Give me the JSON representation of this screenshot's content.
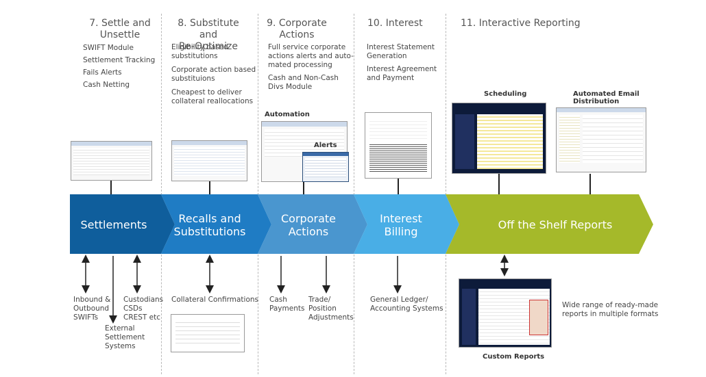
{
  "columns": [
    {
      "title": "7. Settle and\nUnsettle",
      "items": [
        "SWIFT Module",
        "Settlement Tracking",
        "Fails Alerts",
        "Cash Netting"
      ]
    },
    {
      "title": "8. Substitute and\nRe-Optimize",
      "items": [
        "Eligibility based\nsubstitutions",
        "Corporate action based\nsubstituions",
        "Cheapest to deliver\ncollateral reallocations"
      ]
    },
    {
      "title": "9. Corporate\nActions",
      "items": [
        "Full service corporate\nactions alerts and auto-\nmated processing",
        "Cash and Non-Cash\nDivs Module"
      ]
    },
    {
      "title": "10. Interest",
      "items": [
        "Interest Statement\nGeneration",
        "Interest Agreement\nand Payment"
      ]
    },
    {
      "title": "11. Interactive Reporting",
      "items": []
    }
  ],
  "labels": {
    "automation": "Automation",
    "alerts": "Alerts",
    "scheduling": "Scheduling",
    "email": "Automated Email\nDistribution",
    "custom_reports": "Custom Reports"
  },
  "bands": [
    {
      "label": "Settlements",
      "color": "#0f5e9c"
    },
    {
      "label": "Recalls and\nSubstitutions",
      "color": "#1f7cc4"
    },
    {
      "label": "Corporate\nActions",
      "color": "#4a96cf"
    },
    {
      "label": "Interest\nBilling",
      "color": "#49aee6"
    },
    {
      "label": "Off the Shelf Reports",
      "color": "#a5b92a"
    }
  ],
  "bottom": {
    "inbound": "Inbound &\nOutbound\nSWIFTs",
    "external": "External\nSettlement\nSystems",
    "custodians": "Custodians\nCSDs\nCREST etc",
    "collateral": "Collateral Confirmations",
    "cash": "Cash\nPayments",
    "trade": "Trade/\nPosition\nAdjustments",
    "ledger": "General Ledger/\nAccounting Systems",
    "ready": "Wide range of ready-made\nreports in multiple formats"
  }
}
